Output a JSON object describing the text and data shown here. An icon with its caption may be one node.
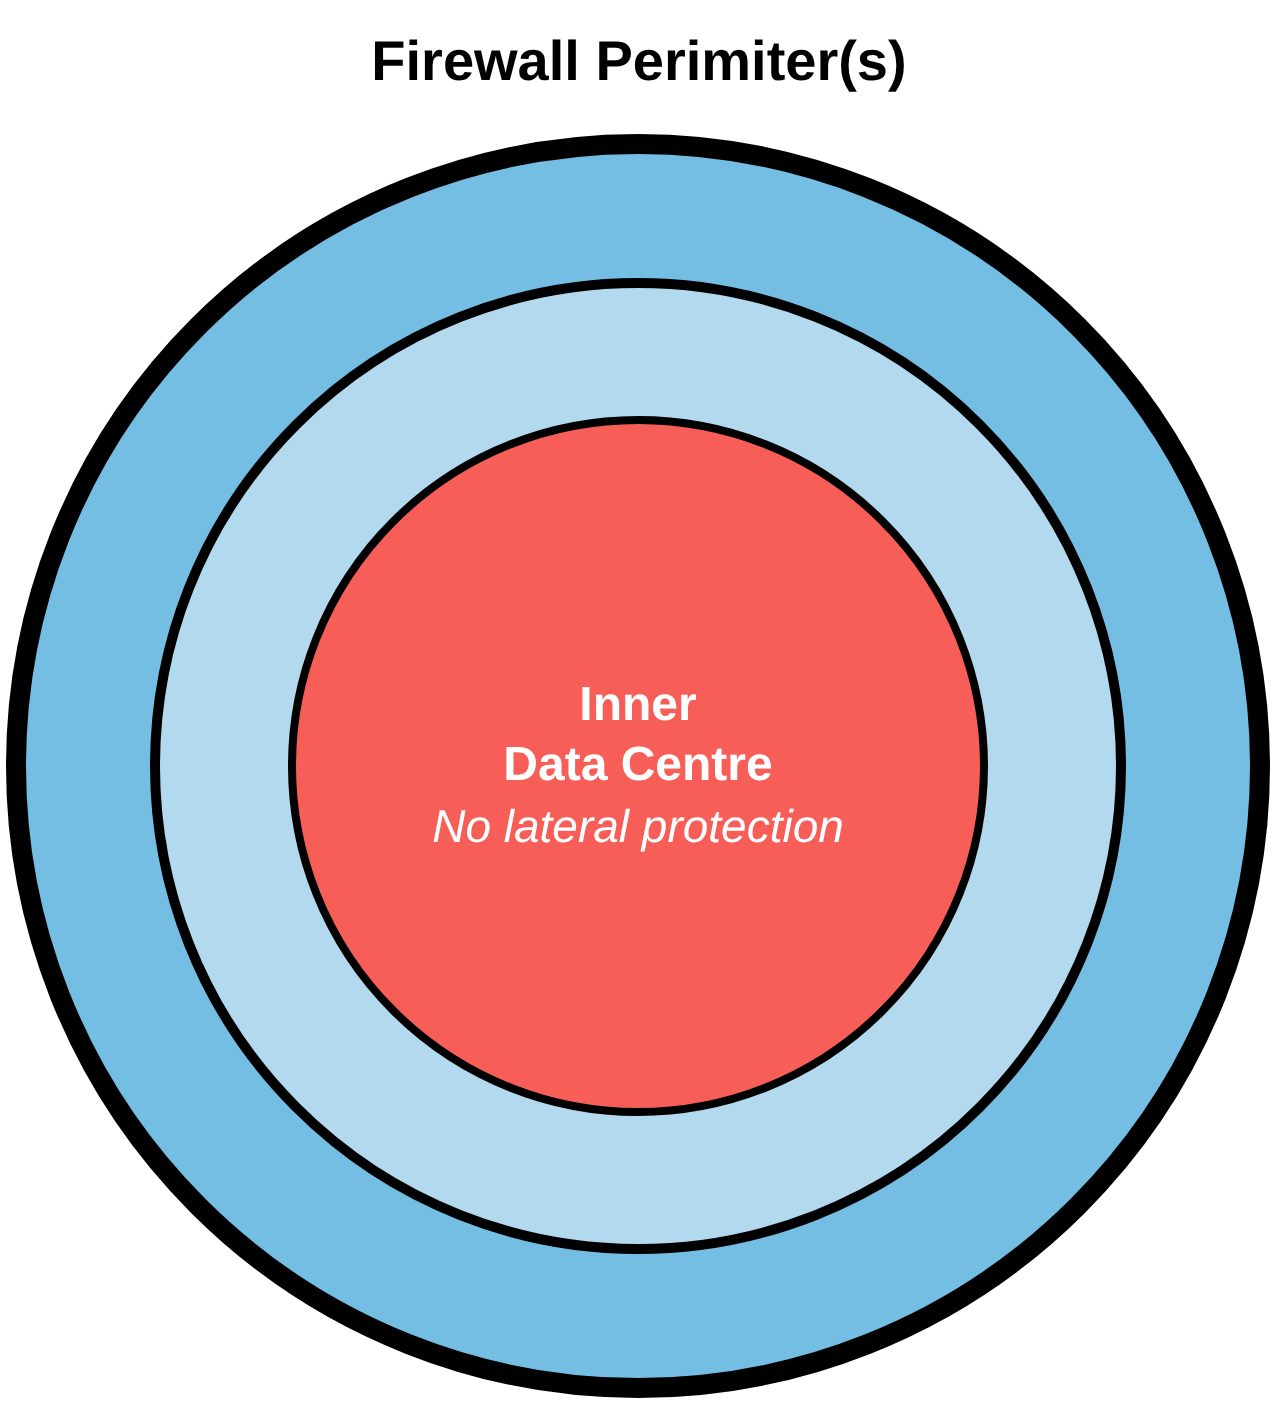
{
  "diagram": {
    "title": "Firewall Perimiter(s)",
    "nodes": [
      {
        "text": [],
        "shape": "circle"
      },
      {
        "text": [],
        "shape": "circle",
        "in": 0
      },
      {
        "text": [
          "Inner Data Centre",
          "No lateral protection"
        ],
        "in": 1
      }
    ]
  }
}
